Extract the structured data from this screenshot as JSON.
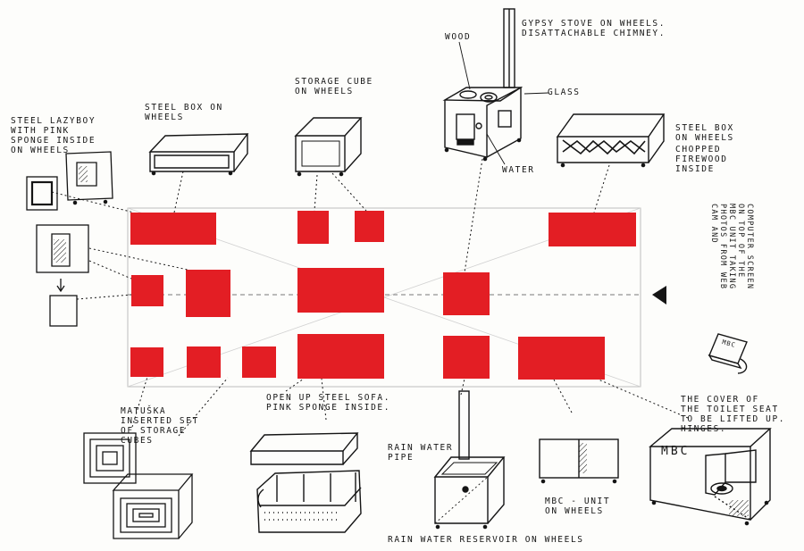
{
  "labels": {
    "lazyboy": "STEEL LAZYBOY\nWITH PINK\nSPONGE INSIDE\nON WHEELS",
    "steel_box_left": "STEEL BOX ON\nWHEELS",
    "storage_cube": "STORAGE CUBE\nON WHEELS",
    "wood": "WOOD",
    "gypsy_stove": "GYPSY STOVE ON WHEELS.\nDISATTACHABLE CHIMNEY.",
    "glass": "GLASS",
    "water": "WATER",
    "steel_box_right": "STEEL BOX\nON WHEELS",
    "firewood": "CHOPPED\nFIREWOOD\nINSIDE",
    "screen": "COMPUTER SCREEN\nON TOP OF THE\nMBC UNIT TAKING\nPHOTOS FROM WEB\nCAM AND",
    "mbc_device": "MBC",
    "matuska": "MATUŠKA\nINSERTED SET\nOF STORAGE\nCUBES",
    "sofa": "OPEN UP STEEL SOFA.\nPINK SPONGE INSIDE.",
    "rain_pipe": "RAIN WATER\nPIPE",
    "mbc_unit": "MBC - UNIT\nON WHEELS",
    "toilet": "THE COVER OF\nTHE TOILET SEAT\nTO BE LIFTED UP.\nHINGES.",
    "mbc_box": "MBC",
    "rain_reservoir": "RAIN WATER RESERVOIR ON WHEELS"
  },
  "colors": {
    "block": "#e31e24",
    "ink": "#151515",
    "guide": "#c9c9c9"
  }
}
